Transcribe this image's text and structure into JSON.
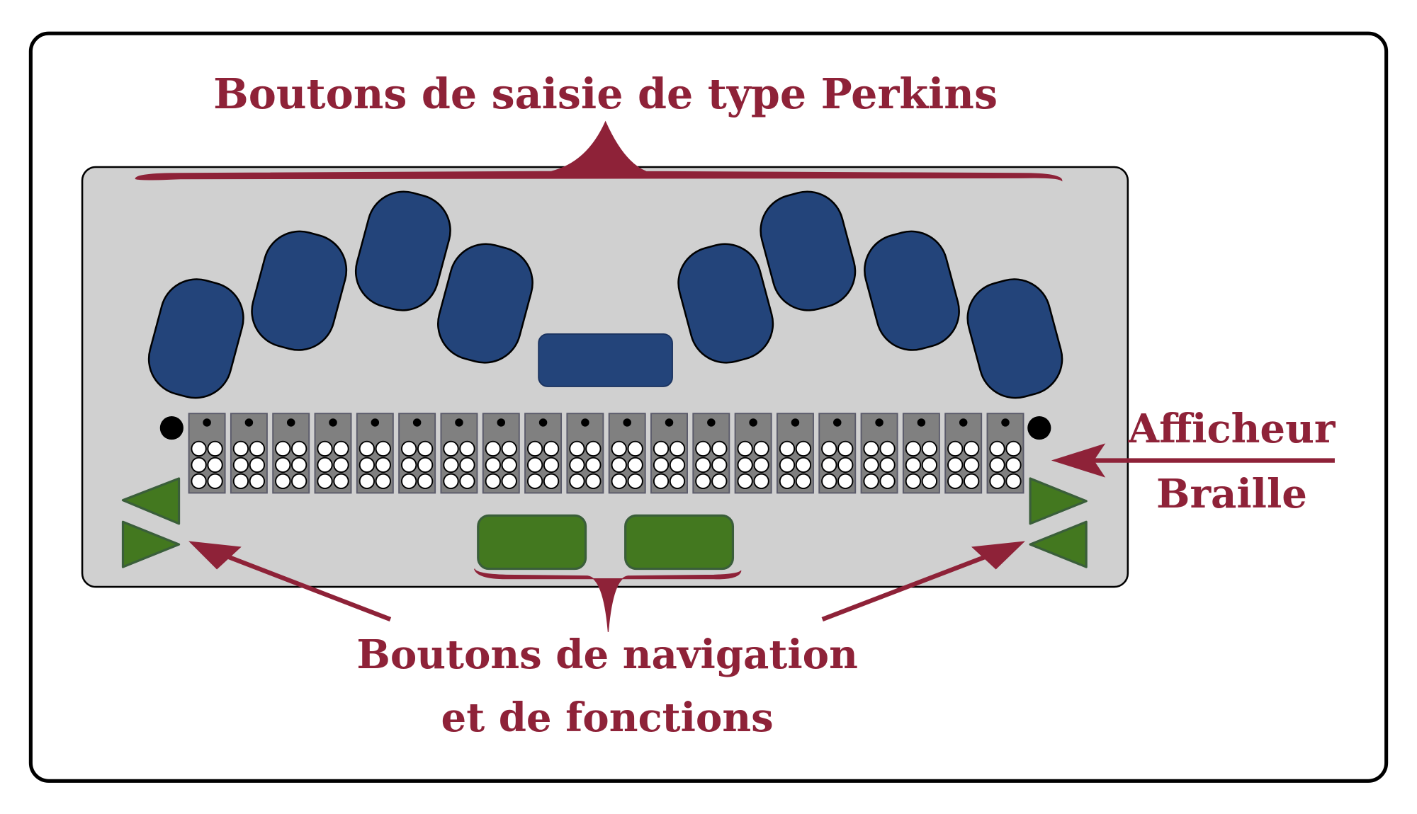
{
  "title": "Boutons de saisie de type Perkins",
  "display_label": {
    "line1": "Afficheur",
    "line2": "Braille"
  },
  "nav_label": {
    "line1": "Boutons de navigation",
    "line2": "et de fonctions"
  },
  "braille_cells": 20,
  "colors": {
    "accent": "#8e2238",
    "key": "#23447a",
    "nav": "#43781f",
    "device": "#d0d0d0",
    "cell": "#808080"
  }
}
